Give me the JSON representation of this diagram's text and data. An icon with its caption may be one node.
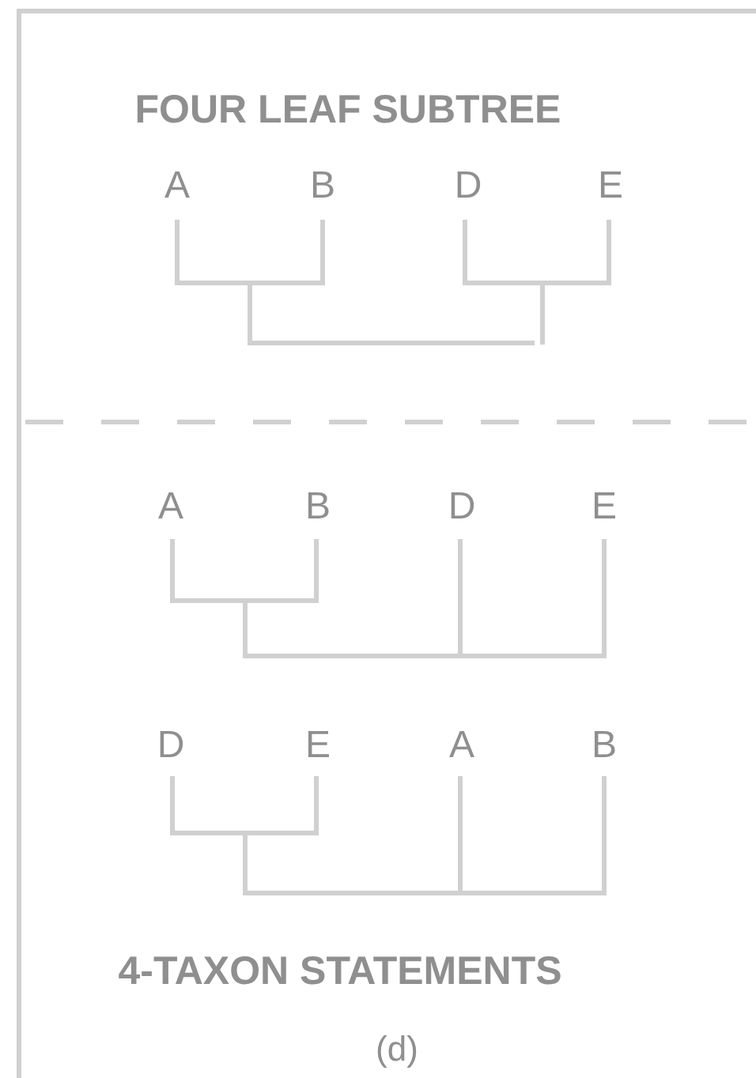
{
  "diagram": {
    "caption": "(d)",
    "labels": [
      "FOUR LEAF SUBTREE",
      "A",
      "B",
      "D",
      "E",
      "A",
      "B",
      "D",
      "E",
      "D",
      "E",
      "A",
      "B",
      "4-TAXON STATEMENTS"
    ]
  }
}
